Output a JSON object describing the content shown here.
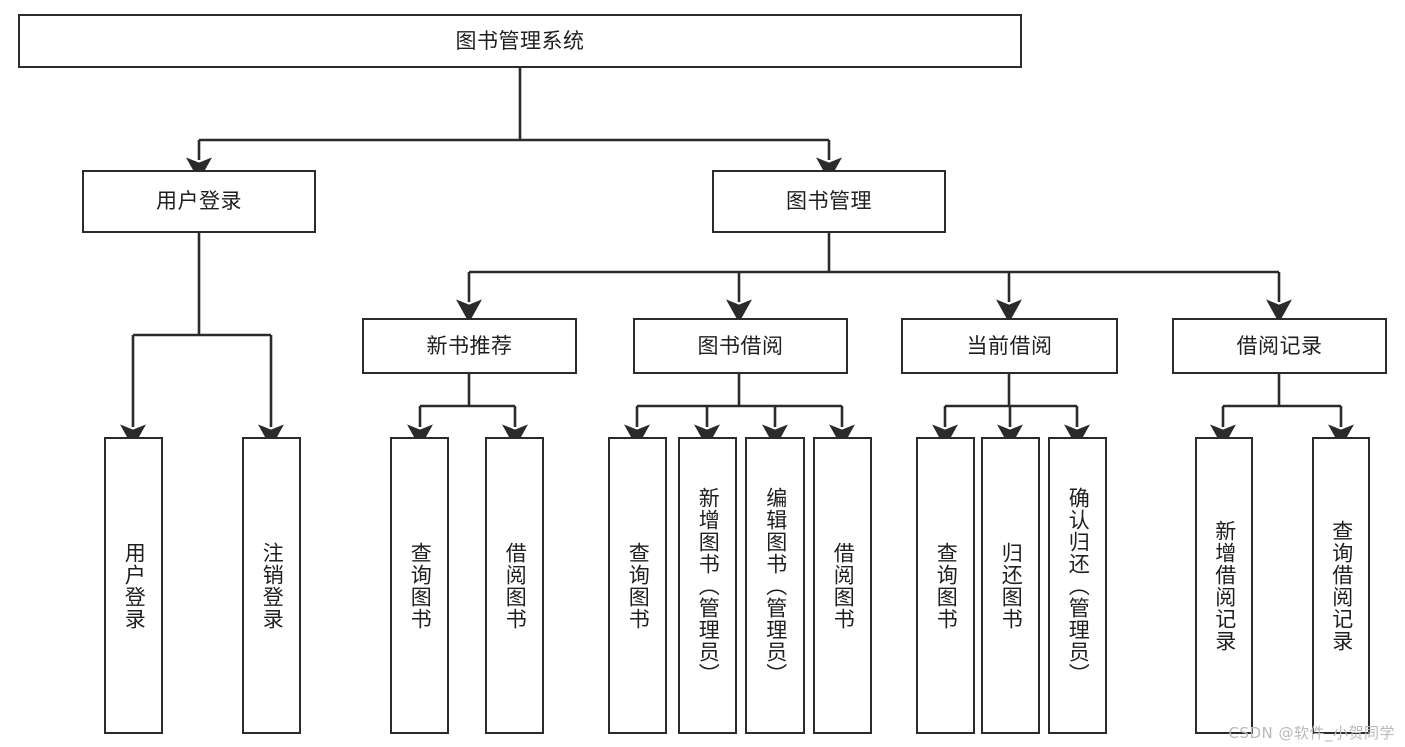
{
  "diagram": {
    "type": "tree",
    "title": "图书管理系统",
    "background_color": "#ffffff",
    "line_color": "#2b2b2b",
    "text_color": "#1f1f1f"
  },
  "root": {
    "label": "图书管理系统"
  },
  "level2": [
    {
      "label": "用户登录"
    },
    {
      "label": "图书管理"
    }
  ],
  "level3": [
    {
      "label": "新书推荐"
    },
    {
      "label": "图书借阅"
    },
    {
      "label": "当前借阅"
    },
    {
      "label": "借阅记录"
    }
  ],
  "leaves": {
    "user_login": [
      {
        "label": "用户登录"
      },
      {
        "label": "注销登录"
      }
    ],
    "new_book": [
      {
        "label": "查询图书"
      },
      {
        "label": "借阅图书"
      }
    ],
    "book_borrow": [
      {
        "label": "查询图书"
      },
      {
        "label": "新增图书（管理员）"
      },
      {
        "label": "编辑图书（管理员）"
      },
      {
        "label": "借阅图书"
      }
    ],
    "current_borrow": [
      {
        "label": "查询图书"
      },
      {
        "label": "归还图书"
      },
      {
        "label": "确认归还（管理员）"
      }
    ],
    "borrow_record": [
      {
        "label": "新增借阅记录"
      },
      {
        "label": "查询借阅记录"
      }
    ]
  },
  "watermark": {
    "text": "CSDN @软件_小贺同学"
  }
}
